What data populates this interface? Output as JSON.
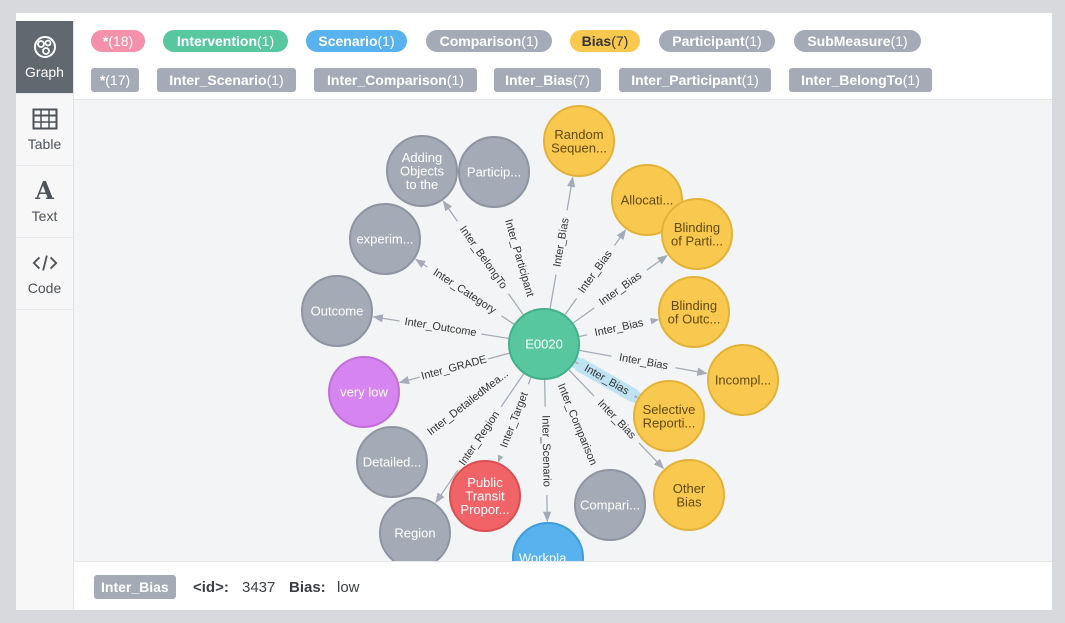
{
  "sidebar": {
    "tabs": [
      {
        "label": "Graph",
        "icon": "graph-icon",
        "active": true
      },
      {
        "label": "Table",
        "icon": "table-icon",
        "active": false
      },
      {
        "label": "Text",
        "icon": "text-icon",
        "active": false
      },
      {
        "label": "Code",
        "icon": "code-icon",
        "active": false
      }
    ]
  },
  "node_labels": [
    {
      "name": "*",
      "count": "(18)",
      "color": "#f490a9"
    },
    {
      "name": "Intervention",
      "count": "(1)",
      "color": "#57c7a0"
    },
    {
      "name": "Scenario",
      "count": "(1)",
      "color": "#57b2ee"
    },
    {
      "name": "Comparison",
      "count": "(1)",
      "color": "#a5abb6"
    },
    {
      "name": "Bias",
      "count": "(7)",
      "color": "#f9c84f"
    },
    {
      "name": "Participant",
      "count": "(1)",
      "color": "#a5abb6"
    },
    {
      "name": "SubMeasure",
      "count": "(1)",
      "color": "#a5abb6"
    }
  ],
  "relationship_types": [
    {
      "name": "*",
      "count": "(17)"
    },
    {
      "name": "Inter_Scenario",
      "count": "(1)"
    },
    {
      "name": "Inter_Comparison",
      "count": "(1)"
    },
    {
      "name": "Inter_Bias",
      "count": "(7)"
    },
    {
      "name": "Inter_Participant",
      "count": "(1)"
    },
    {
      "name": "Inter_BelongTo",
      "count": "(1)"
    }
  ],
  "colors": {
    "gray": "#a5abb6",
    "yellow": "#f9c84f",
    "green": "#57c7a0",
    "purple": "#d685f0",
    "red": "#f06468",
    "blue": "#57b2ee",
    "edge_highlight": "#bfe3f2"
  },
  "graph": {
    "center": {
      "label": "E0020",
      "color": "#57c7a0"
    },
    "nodes": [
      {
        "lines": [
          "Adding",
          "Objects",
          "to the"
        ],
        "color": "#a5abb6",
        "rel": "Inter_BelongTo"
      },
      {
        "lines": [
          "Particip..."
        ],
        "color": "#a5abb6",
        "rel": "Inter_Participant"
      },
      {
        "lines": [
          "Random",
          "Sequen..."
        ],
        "color": "#f9c84f",
        "rel": "Inter_Bias"
      },
      {
        "lines": [
          "Allocati..."
        ],
        "color": "#f9c84f",
        "rel": "Inter_Bias"
      },
      {
        "lines": [
          "Blinding",
          "of Parti..."
        ],
        "color": "#f9c84f",
        "rel": "Inter_Bias"
      },
      {
        "lines": [
          "Blinding",
          "of Outc..."
        ],
        "color": "#f9c84f",
        "rel": "Inter_Bias"
      },
      {
        "lines": [
          "Incompl..."
        ],
        "color": "#f9c84f",
        "rel": "Inter_Bias"
      },
      {
        "lines": [
          "Selective",
          "Reporti..."
        ],
        "color": "#f9c84f",
        "rel": "Inter_Bias"
      },
      {
        "lines": [
          "Other",
          "Bias"
        ],
        "color": "#f9c84f",
        "rel": "Inter_Bias"
      },
      {
        "lines": [
          "Compari..."
        ],
        "color": "#a5abb6",
        "rel": "Inter_Comparison"
      },
      {
        "lines": [
          "Workpla..."
        ],
        "color": "#57b2ee",
        "rel": "Inter_Scenario"
      },
      {
        "lines": [
          "Public",
          "Transit",
          "Propor..."
        ],
        "color": "#f06468",
        "rel": "Inter_Target"
      },
      {
        "lines": [
          "Region"
        ],
        "color": "#a5abb6",
        "rel": "Inter_Region"
      },
      {
        "lines": [
          "Detailed..."
        ],
        "color": "#a5abb6",
        "rel": "Inter_DetailedMea..."
      },
      {
        "lines": [
          "very low"
        ],
        "color": "#d685f0",
        "rel": "Inter_GRADE"
      },
      {
        "lines": [
          "Outcome"
        ],
        "color": "#a5abb6",
        "rel": "Inter_Outcome"
      },
      {
        "lines": [
          "experim..."
        ],
        "color": "#a5abb6",
        "rel": "Inter_Category"
      }
    ]
  },
  "footer": {
    "tag": "Inter_Bias",
    "id_key": "<id>:",
    "id_value": "3437",
    "prop_key": "Bias:",
    "prop_value": "low"
  }
}
